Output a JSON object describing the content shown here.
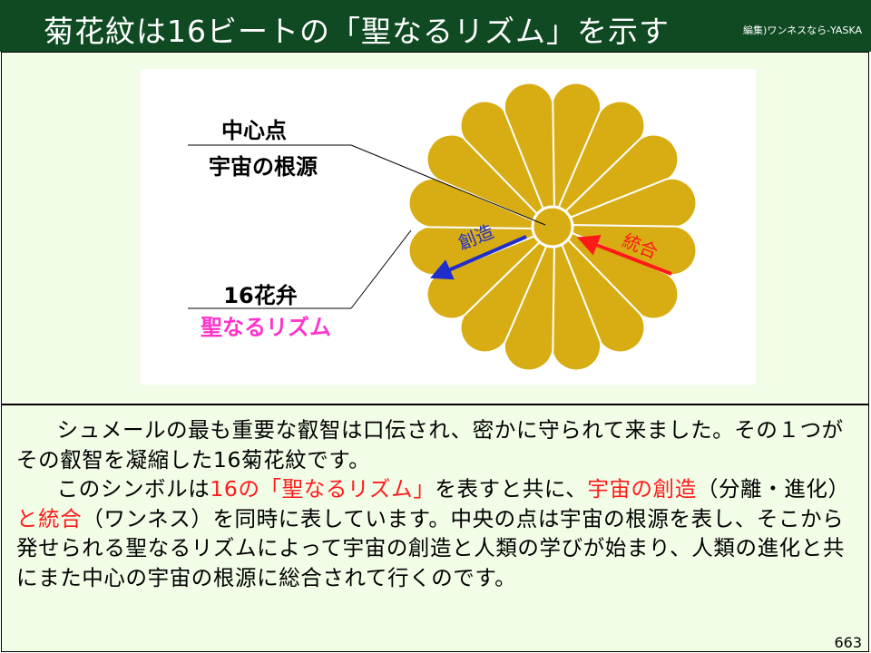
{
  "header": {
    "title": "菊花紋は16ビートの「聖なるリズム」を示す",
    "credit": "編集)ワンネスなら-YASKA"
  },
  "figure": {
    "center_label_1": "中心点",
    "center_label_2": "宇宙の根源",
    "petal_label_1": "16花弁",
    "petal_label_2": "聖なるリズム",
    "arrow_creation": "創造",
    "arrow_integration": "統合",
    "petal_count": 16,
    "colors": {
      "petal": "#d8ad14",
      "pink": "#ff33cc",
      "red": "#ff1a1a",
      "blue": "#1f2dcc"
    }
  },
  "body": {
    "p1": "シュメールの最も重要な叡智は口伝され、密かに守られて来ました。その１つがその叡智を凝縮した16菊花紋です。",
    "p2_a": "このシンボルは",
    "p2_b": "16の「聖なるリズム」",
    "p2_c": "を表すと共に、",
    "p2_d": "宇宙の創造",
    "p2_e": "（分離・進化）",
    "p2_f": "と統合",
    "p2_g": "（ワンネス）を同時に表しています。中央の点は宇宙の根源を表し、そこから発せられる聖なるリズムによって宇宙の創造と人類の学びが始まり、人類の進化と共にまた中心の宇宙の根源に総合されて行くのです。"
  },
  "page_number": "663"
}
